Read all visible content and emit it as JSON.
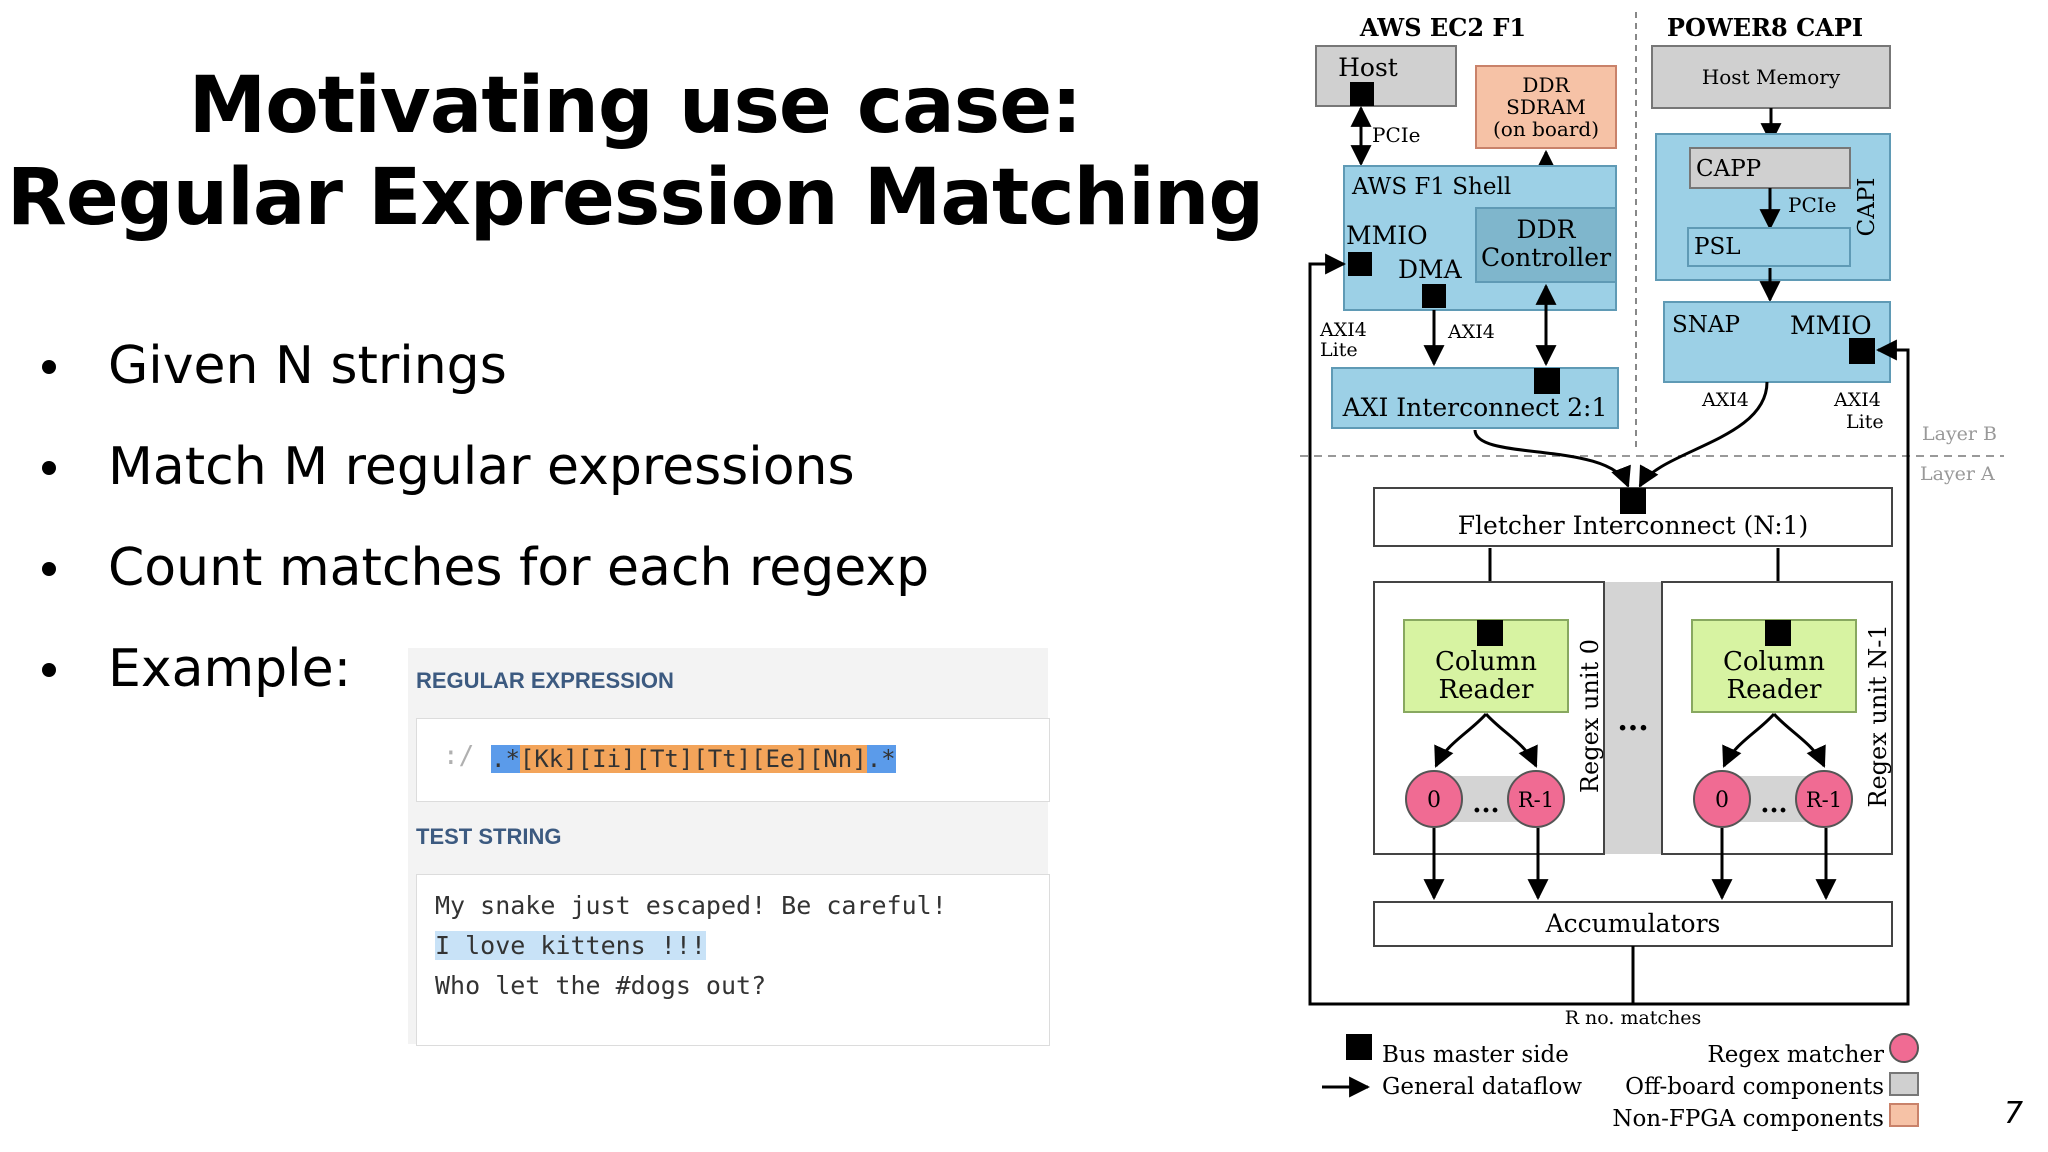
{
  "slide": {
    "title_line1": "Motivating use case:",
    "title_line2": "Regular Expression Matching",
    "bullets": [
      "Given N strings",
      "Match M regular expressions",
      "Count matches for each regexp",
      "Example:"
    ],
    "page_number": "7"
  },
  "regex_widget": {
    "regex_header": "REGULAR EXPRESSION",
    "delimiter": ":/",
    "regex_parts": [
      ".*",
      "[Kk][Ii][Tt][Tt][Ee][Nn]",
      ".*"
    ],
    "test_header": "TEST STRING",
    "test_lines": [
      "My snake just escaped! Be careful!",
      "I love kittens !!!",
      "Who let the #dogs out?"
    ],
    "colors": {
      "regex_dot": "#5b9bea",
      "regex_class": "#f3a45a",
      "match_highlight": "#c8e2f7",
      "header": "#3c5a80"
    }
  },
  "diagram": {
    "aws_title": "AWS EC2 F1",
    "power_title": "POWER8 CAPI",
    "host": "Host",
    "pcie": "PCIe",
    "ddr_sdram": [
      "DDR",
      "SDRAM",
      "(on board)"
    ],
    "aws_shell": "AWS F1 Shell",
    "mmio": "MMIO",
    "dma": "DMA",
    "ddr_controller": [
      "DDR",
      "Controller"
    ],
    "axi4_lite": [
      "AXI4",
      "Lite"
    ],
    "axi4": "AXI4",
    "axi_interconnect": "AXI Interconnect 2:1",
    "host_memory": "Host Memory",
    "capp": "CAPP",
    "pcie2": "PCIe",
    "capi": "CAPI",
    "psl": "PSL",
    "snap": "SNAP",
    "mmio2": "MMIO",
    "axi4_b": "AXI4",
    "axi4_lite_b": [
      "AXI4",
      "Lite"
    ],
    "layer_b": "Layer B",
    "layer_a": "Layer A",
    "fletcher_interconnect": "Fletcher Interconnect (N:1)",
    "column_reader": [
      "Column",
      "Reader"
    ],
    "regex_unit_0": "Regex unit 0",
    "regex_unit_n1": "Regex unit N-1",
    "ellipsis": "...",
    "matcher_first": "0",
    "matcher_last": "R-1",
    "accumulators": "Accumulators",
    "r_matches": "R no. matches",
    "legend": {
      "bus_master": "Bus master side",
      "dataflow": "General dataflow",
      "regex_matcher": "Regex matcher",
      "off_board": "Off-board components",
      "non_fpga": "Non-FPGA components"
    },
    "colors": {
      "fpga_blue": "#9cd0e6",
      "offboard_gray": "#d0d0d0",
      "non_fpga_orange": "#f6c2a6",
      "reader_green": "#d7f3a2",
      "matcher_pink": "#f06b93",
      "unit_gray": "#d4d4d4"
    }
  }
}
